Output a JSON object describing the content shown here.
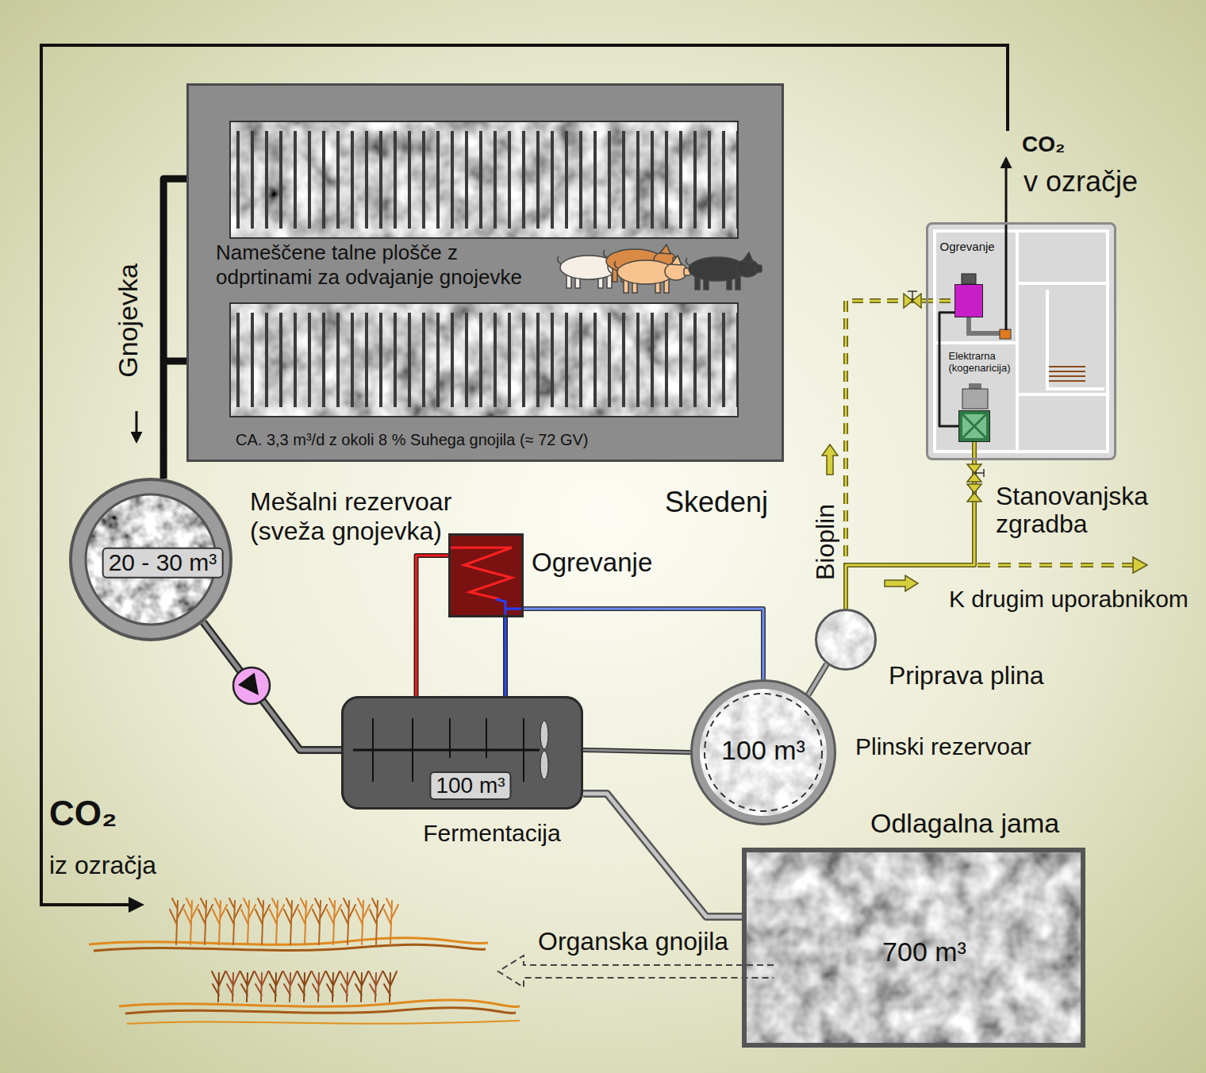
{
  "diagram": {
    "nodes": [
      {
        "text": [
          "Nameščene talne plošče z odprtinami za odvajanje gnojevke",
          "CA. 3,3 m³/d z okoli 8 % Suhega gnojila (≈ 72 GV)"
        ]
      },
      {
        "text": [
          "Mešalni rezervoar (sveža gnojevka)",
          "20 - 30 m³"
        ]
      },
      {
        "text": [
          "Ogrevanje"
        ]
      },
      {
        "text": [
          "100 m³",
          "Fermentacija"
        ]
      },
      {
        "text": [
          "100 m³",
          "Plinski rezervoar"
        ]
      },
      {
        "text": [
          "Priprava plina"
        ]
      },
      {
        "text": [
          "Stanovanjska zgradba"
        ]
      },
      {
        "text": [
          "Ogrevanje"
        ],
        "in": 6
      },
      {
        "text": [
          "Elektrarna (kogenaricija)"
        ],
        "in": 6
      },
      {
        "text": [
          "Odlagalna jama",
          "700 m³"
        ]
      }
    ],
    "edges": [
      {
        "from": 0,
        "to": 1,
        "label": "Gnojevka",
        "arrow": "none"
      },
      {
        "from": 1,
        "to": 3,
        "arrow": "none"
      },
      {
        "from": 2,
        "to": 3,
        "arrow": "none"
      },
      {
        "from": 2,
        "to": 3,
        "arrow": "none"
      },
      {
        "from": 2,
        "to": 4,
        "arrow": "none"
      },
      {
        "from": 3,
        "to": 4,
        "arrow": "none"
      },
      {
        "from": 3,
        "to": 9,
        "arrow": "none"
      },
      {
        "from": 4,
        "to": 5,
        "arrow": "none"
      },
      {
        "from": 5,
        "to": 7,
        "label": "Bioplin",
        "arrow": "none"
      },
      {
        "from": 5,
        "to": 8,
        "arrow": "none"
      },
      {
        "from": 8,
        "to": 7,
        "arrow": "none"
      }
    ],
    "labels": [
      "Skedenj",
      "CO₂",
      "v ozračje",
      "K drugim uporabnikom",
      "Organska gnojila",
      "CO₂",
      "iz ozračja"
    ]
  }
}
